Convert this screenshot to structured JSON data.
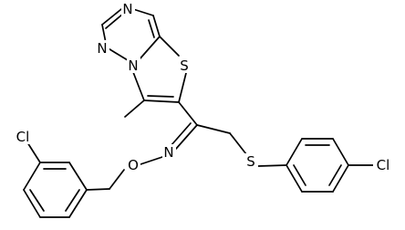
{
  "molecule": {
    "atom_labels": {
      "thiazole_s": "S",
      "triazole_n_top": "N",
      "triazole_n_left": "N",
      "triazole_n_bridge": "N",
      "methyl": "",
      "oxime_n": "N",
      "oxime_o": "O",
      "thioether_s": "S",
      "cl_left": "Cl",
      "cl_right": "Cl"
    }
  }
}
